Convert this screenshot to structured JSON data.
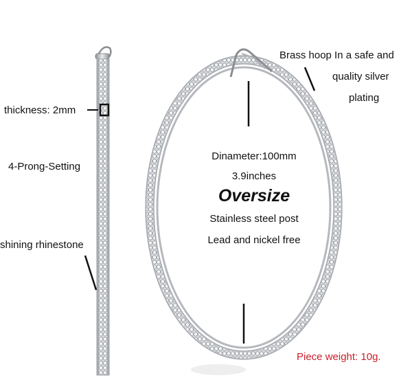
{
  "annotations": {
    "thickness": "thickness: 2mm",
    "prong_setting": "4-Prong-Setting",
    "rhinestone": "shining rhinestone",
    "brass_line1": "Brass hoop In a safe and",
    "brass_line2": "quality silver",
    "brass_line3": "plating"
  },
  "specs": {
    "diameter": "Dinameter:100mm",
    "inches": "3.9inches",
    "oversize": "Oversize",
    "post": "Stainless steel post",
    "lead_free": "Lead and nickel free"
  },
  "footer": {
    "piece_weight": "Piece weight: 10g."
  },
  "colors": {
    "text": "#111111",
    "weight_text": "#c8202a",
    "metal": "#b9bcc0"
  }
}
